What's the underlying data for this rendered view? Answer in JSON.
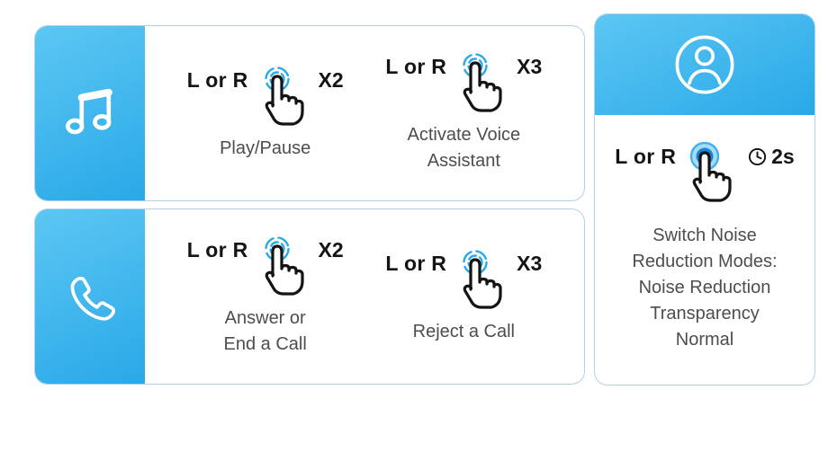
{
  "colors": {
    "accent_gradient_start": "#5cc7f3",
    "accent_gradient_end": "#29a8e8",
    "card_border": "#b3d1e5",
    "ripple_blue": "#2aa9e8",
    "hold_fill_dark": "#1b84d2",
    "hold_fill_light": "#a6dcf7",
    "text_primary": "#141414",
    "text_secondary": "#4d4d4d"
  },
  "icons": {
    "music": "music-note-icon",
    "call": "phone-handset-icon",
    "noise": "person-icon",
    "tap": "tap-gesture-icon",
    "hold": "press-hold-gesture-icon",
    "timer": "clock-icon"
  },
  "music_panel": {
    "gestures": [
      {
        "side": "L or R",
        "count": "X2",
        "action": "Play/Pause"
      },
      {
        "side": "L or R",
        "count": "X3",
        "action": "Activate Voice\nAssistant"
      }
    ]
  },
  "call_panel": {
    "gestures": [
      {
        "side": "L or R",
        "count": "X2",
        "action": "Answer or\nEnd a Call"
      },
      {
        "side": "L or R",
        "count": "X3",
        "action": "Reject a Call"
      }
    ]
  },
  "noise_panel": {
    "gesture": {
      "side": "L or R",
      "hold_duration": "2s",
      "action": "Switch Noise\nReduction Modes:\nNoise Reduction\nTransparency\nNormal"
    }
  }
}
